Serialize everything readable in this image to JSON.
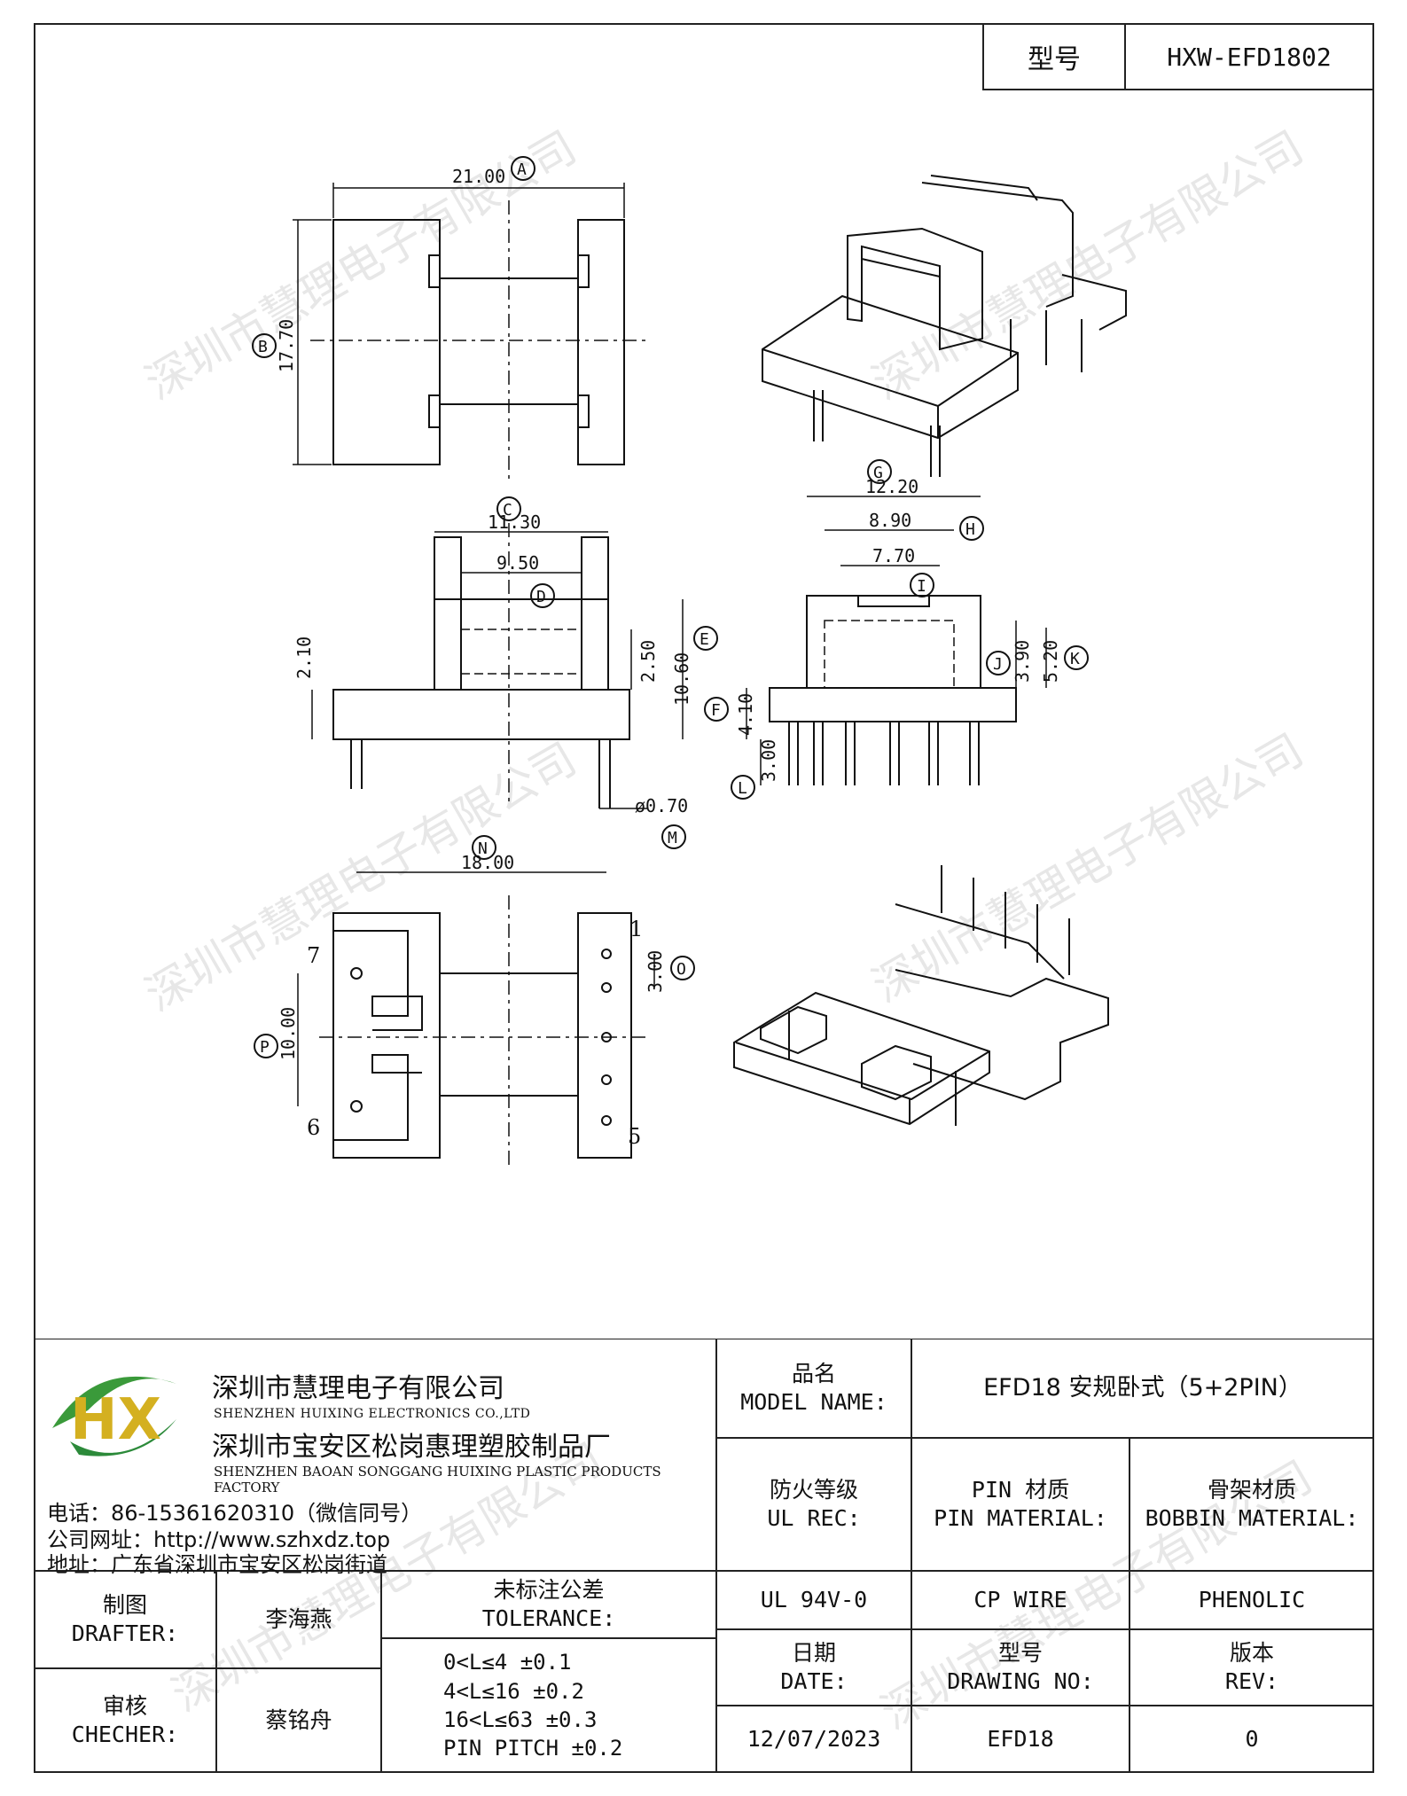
{
  "header": {
    "model_label": "型号",
    "model_value": "HXW-EFD1802"
  },
  "dimensions": {
    "A": "A",
    "A_val": "21.00",
    "B": "B",
    "B_val": "17.70",
    "C": "C",
    "C_val": "11.30",
    "D": "D",
    "D_val": "9.50",
    "E": "E",
    "E_val": "10.60",
    "E2_val": "2.50",
    "left_h": "2.10",
    "F": "F",
    "F_val": "4.10",
    "L": "L",
    "L_val": "3.00",
    "M": "M",
    "M_val": "ø0.70",
    "G": "G",
    "G_val": "12.20",
    "H": "H",
    "H_val": "8.90",
    "I": "I",
    "I_val": "7.70",
    "J": "J",
    "J_val": "3.90",
    "K": "K",
    "K_val": "5.20",
    "N": "N",
    "N_val": "18.00",
    "O": "O",
    "O_val": "3.00",
    "P": "P",
    "P_val": "10.00",
    "pin1": "1",
    "pin5": "5",
    "pin6": "6",
    "pin7": "7"
  },
  "watermark": "深圳市慧理电子有限公司",
  "company": {
    "name_cn": "深圳市慧理电子有限公司",
    "name_en": "SHENZHEN HUIXING ELECTRONICS CO.,LTD",
    "factory_cn": "深圳市宝安区松岗惠理塑胶制品厂",
    "factory_en": "SHENZHEN BAOAN SONGGANG HUIXING PLASTIC PRODUCTS FACTORY",
    "phone": "电话：86-15361620310（微信同号）",
    "website": "公司网址：http://www.szhxdz.top",
    "address": "地址：广东省深圳市宝安区松岗街道",
    "logo_text": "HX"
  },
  "title_block": {
    "model_name_cn": "品名",
    "model_name_en": "MODEL NAME:",
    "model_name_value": "EFD18 安规卧式（5+2PIN）",
    "ul_cn": "防火等级",
    "ul_en": "UL REC:",
    "pin_cn": "PIN 材质",
    "pin_en": "PIN MATERIAL:",
    "bobbin_cn": "骨架材质",
    "bobbin_en": "BOBBIN MATERIAL:",
    "ul_value": "UL 94V-0",
    "pin_value": "CP WIRE",
    "bobbin_value": "PHENOLIC",
    "drafter_cn": "制图",
    "drafter_en": "DRAFTER:",
    "drafter_name": "李海燕",
    "checker_cn": "审核",
    "checker_en": "CHECHER:",
    "checker_name": "蔡铭舟",
    "tolerance_cn": "未标注公差",
    "tolerance_en": "TOLERANCE:",
    "tol_lines": [
      "0<L≤4  ±0.1",
      "4<L≤16 ±0.2",
      "16<L≤63 ±0.3",
      "PIN PITCH ±0.2"
    ],
    "date_cn": "日期",
    "date_en": "DATE:",
    "drawing_cn": "型号",
    "drawing_en": "DRAWING NO:",
    "rev_cn": "版本",
    "rev_en": "REV:",
    "date_value": "12/07/2023",
    "drawing_value": "EFD18",
    "rev_value": "0"
  }
}
